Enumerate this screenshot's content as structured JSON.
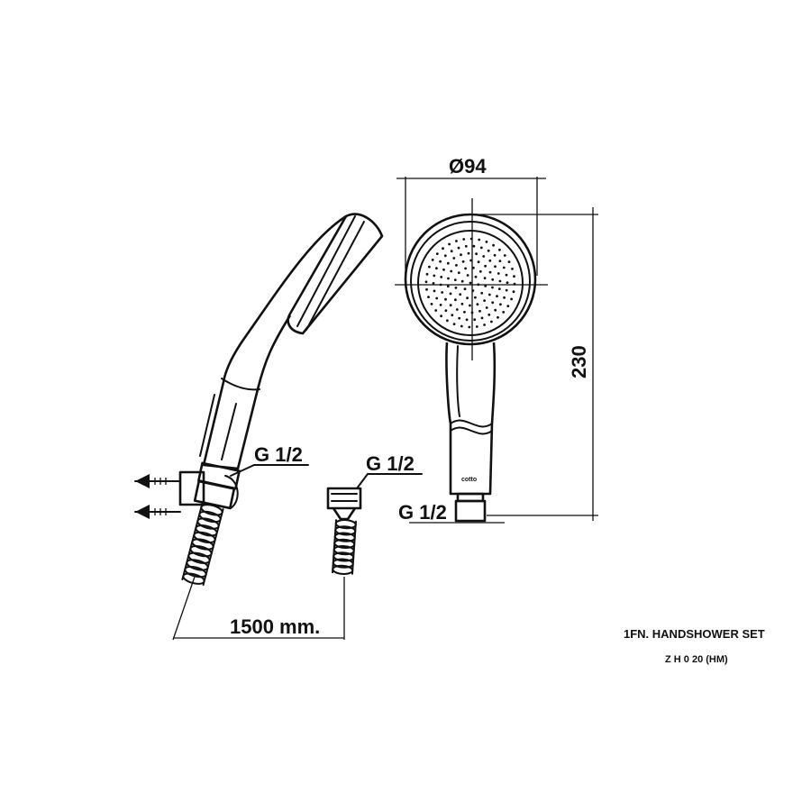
{
  "labels": {
    "diameter": "Ø94",
    "height": "230",
    "thread_bracket": "G 1/2",
    "thread_hose": "G 1/2",
    "thread_head": "G 1/2",
    "hose_length": "1500 mm.",
    "brand_mark": "cotto"
  },
  "title_block": {
    "product_name": "1FN. HANDSHOWER SET",
    "model_code": "Z H 0 20 (HM)"
  }
}
